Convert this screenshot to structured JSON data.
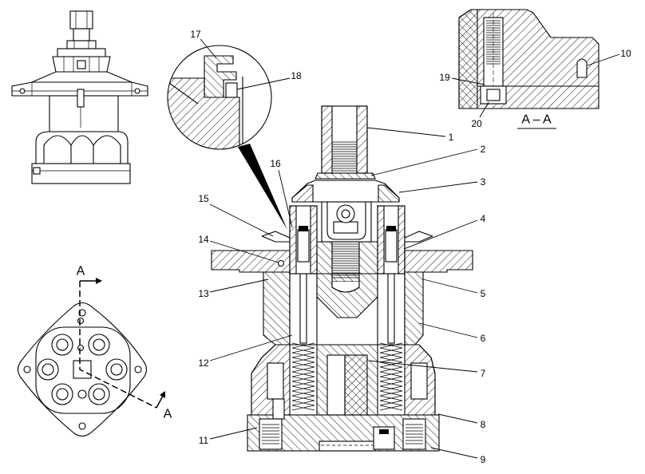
{
  "figure": {
    "callouts": [
      "1",
      "2",
      "3",
      "4",
      "5",
      "6",
      "7",
      "8",
      "9",
      "10",
      "11",
      "12",
      "13",
      "14",
      "15",
      "16",
      "17",
      "18",
      "19",
      "20"
    ],
    "section_view_title": "A – A",
    "section_cut_marks": [
      "A",
      "A"
    ]
  },
  "colors": {
    "line": "#000000",
    "background": "#ffffff"
  }
}
